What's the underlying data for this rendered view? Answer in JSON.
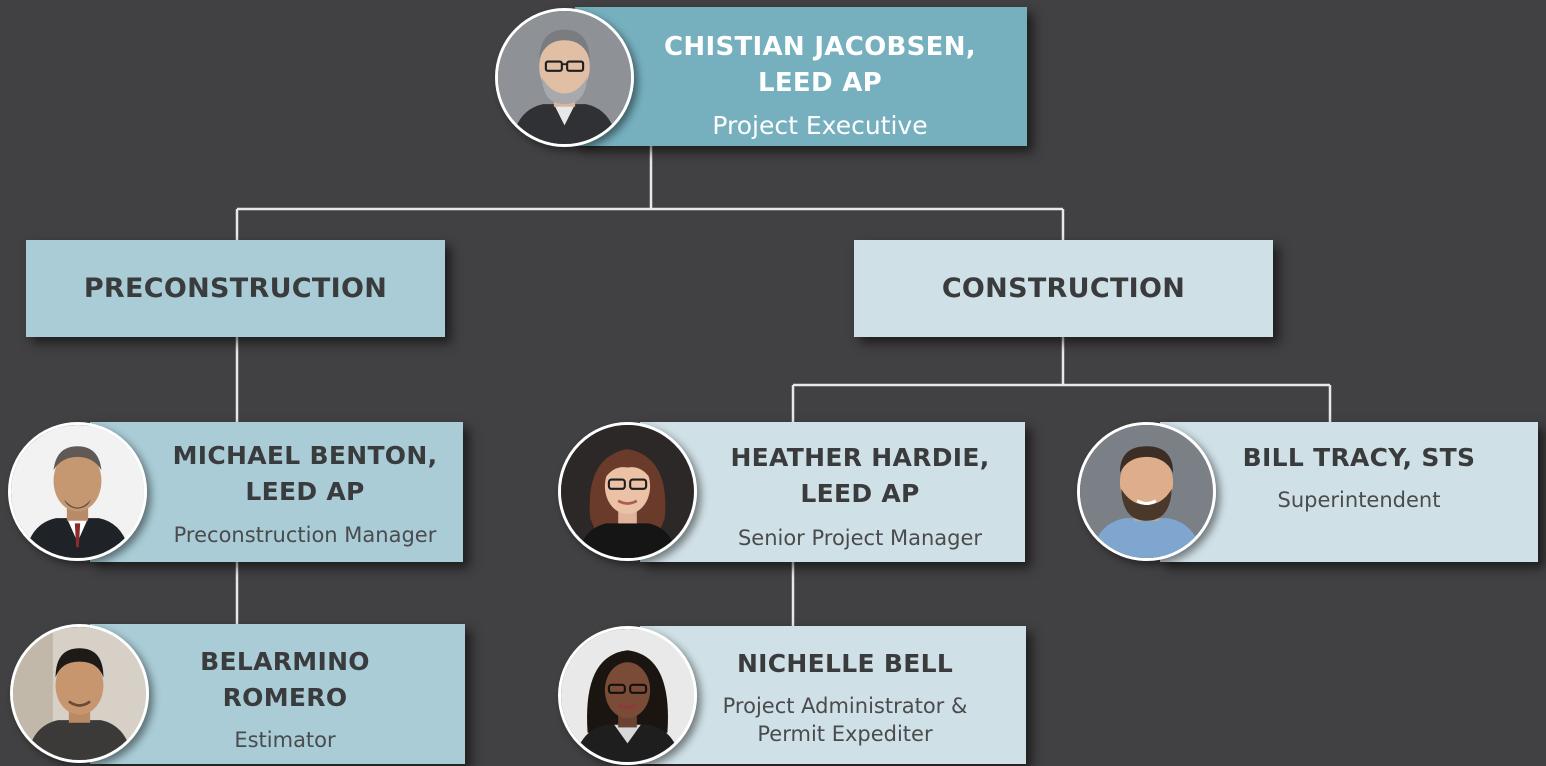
{
  "colors": {
    "background": "#414042",
    "exec_box": "#76b0bf",
    "preconstruction_box": "#a9ccd6",
    "construction_box": "#cfe0e6",
    "connector": "#e8e8e8",
    "dark_text": "#3a3b3d",
    "exec_text": "#ffffff"
  },
  "executive": {
    "name": "CHISTIAN JACOBSEN, LEED AP",
    "role": "Project Executive",
    "photo": "person-photo"
  },
  "departments": {
    "preconstruction": {
      "label": "PRECONSTRUCTION"
    },
    "construction": {
      "label": "CONSTRUCTION"
    }
  },
  "people": {
    "michael": {
      "name": "MICHAEL BENTON, LEED AP",
      "role": "Preconstruction Manager",
      "photo": "person-photo"
    },
    "belarmino": {
      "name": "BELARMINO ROMERO",
      "role": "Estimator",
      "photo": "person-photo"
    },
    "heather": {
      "name": "HEATHER HARDIE, LEED AP",
      "role": "Senior Project Manager",
      "photo": "person-photo"
    },
    "bill": {
      "name": "BILL TRACY, STS",
      "role": "Superintendent",
      "photo": "person-photo"
    },
    "nichelle": {
      "name": "NICHELLE BELL",
      "role": "Project Administrator & Permit Expediter",
      "photo": "person-photo"
    }
  }
}
